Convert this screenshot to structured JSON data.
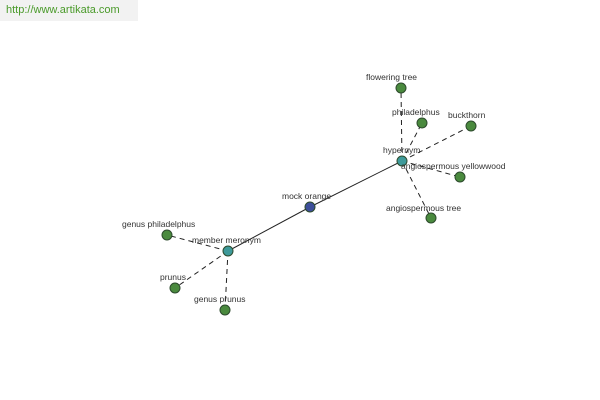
{
  "site": {
    "url_text": "http://www.artikata.com"
  },
  "colors": {
    "root": "#3d4f9a",
    "relation": "#3e9a9a",
    "leaf": "#4a8a3e"
  },
  "graph": {
    "root": {
      "label": "mock orange",
      "kind": "root"
    },
    "relations": [
      {
        "label": "hypernym",
        "kind": "relation",
        "terms": [
          "flowering tree",
          "philadelphus",
          "buckthorn",
          "angiospermous yellowwood",
          "angiospermous tree"
        ]
      },
      {
        "label": "member meronym",
        "kind": "relation",
        "terms": [
          "genus philadelphus",
          "prunus",
          "genus prunus"
        ]
      }
    ]
  }
}
